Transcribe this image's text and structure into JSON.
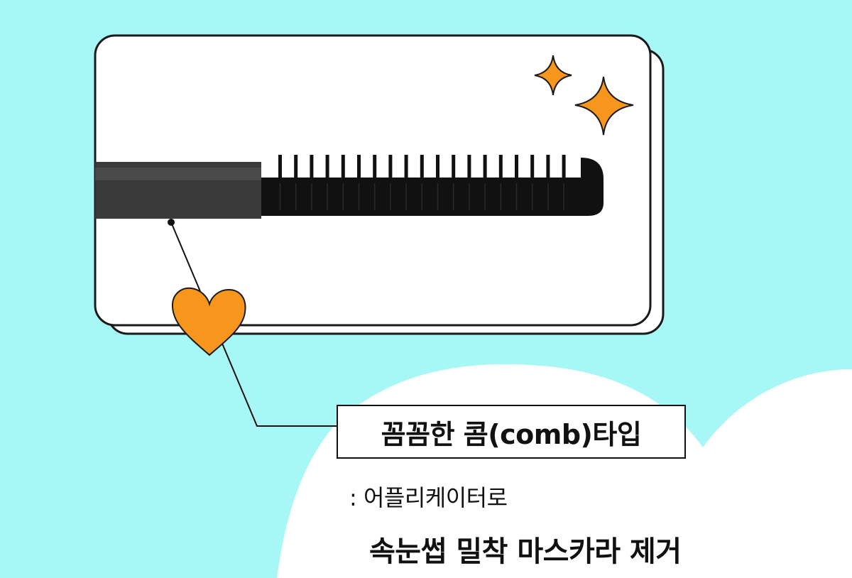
{
  "title": "꼼꼼한 콤(comb)타입",
  "description": {
    "line1": ": 어플리케이터로",
    "line2": "속눈썹 밀착 마스카라 제거"
  },
  "colors": {
    "background": "#a6f7f6",
    "accent": "#f7961d",
    "card": "#ffffff",
    "ink": "#111111"
  },
  "icons": [
    "sparkle-icon",
    "heart-icon",
    "comb-applicator"
  ]
}
